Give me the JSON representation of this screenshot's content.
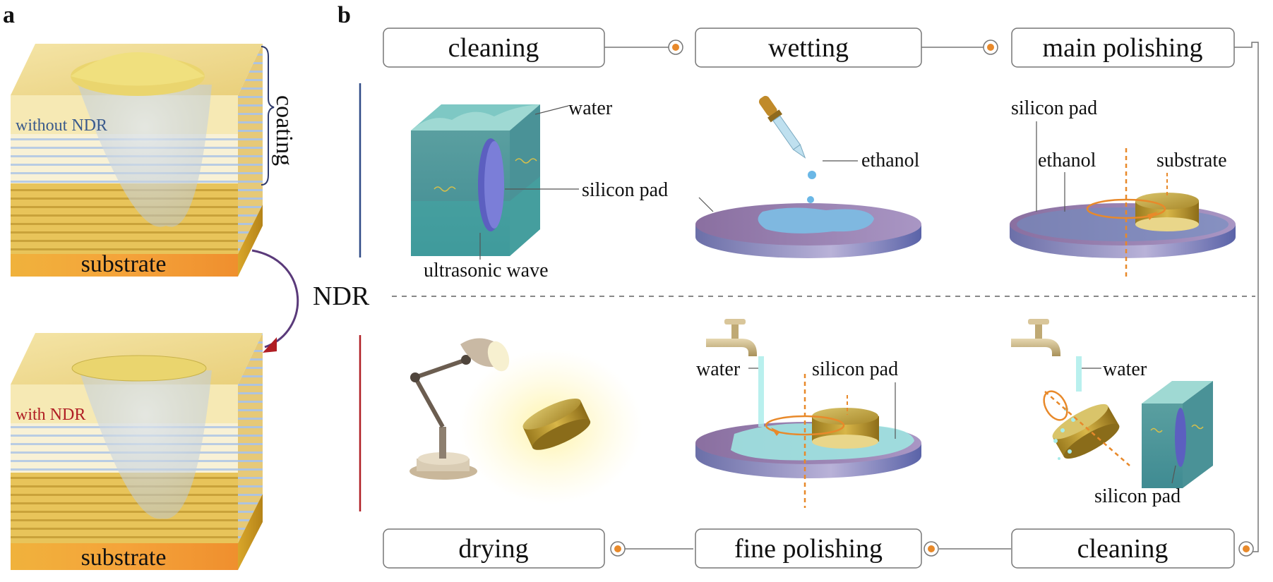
{
  "panel_a": {
    "label": "a",
    "top_block_label": "without NDR",
    "bottom_block_label": "with NDR",
    "coating_label": "coating",
    "substrate_label": "substrate",
    "colors": {
      "without": "#3a5a8c",
      "with": "#b01e24"
    }
  },
  "panel_b": {
    "label": "b",
    "divider_label": "NDR",
    "top_steps": [
      "cleaning",
      "wetting",
      "main polishing"
    ],
    "bottom_steps": [
      "drying",
      "fine polishing",
      "cleaning"
    ],
    "top_callouts": {
      "cleaning": {
        "water": "water",
        "pad": "silicon pad",
        "wave": "ultrasonic wave"
      },
      "wetting": {
        "ethanol": "ethanol"
      },
      "main": {
        "pad": "silicon pad",
        "ethanol": "ethanol",
        "substrate": "substrate"
      }
    },
    "bottom_callouts": {
      "fine": {
        "water": "water",
        "pad": "silicon pad"
      },
      "cleaning": {
        "water": "water",
        "pad": "silicon pad"
      }
    },
    "colors": {
      "accent": "#e8892a",
      "top_bar": "#2f4a86",
      "bottom_bar": "#b01e24"
    }
  }
}
